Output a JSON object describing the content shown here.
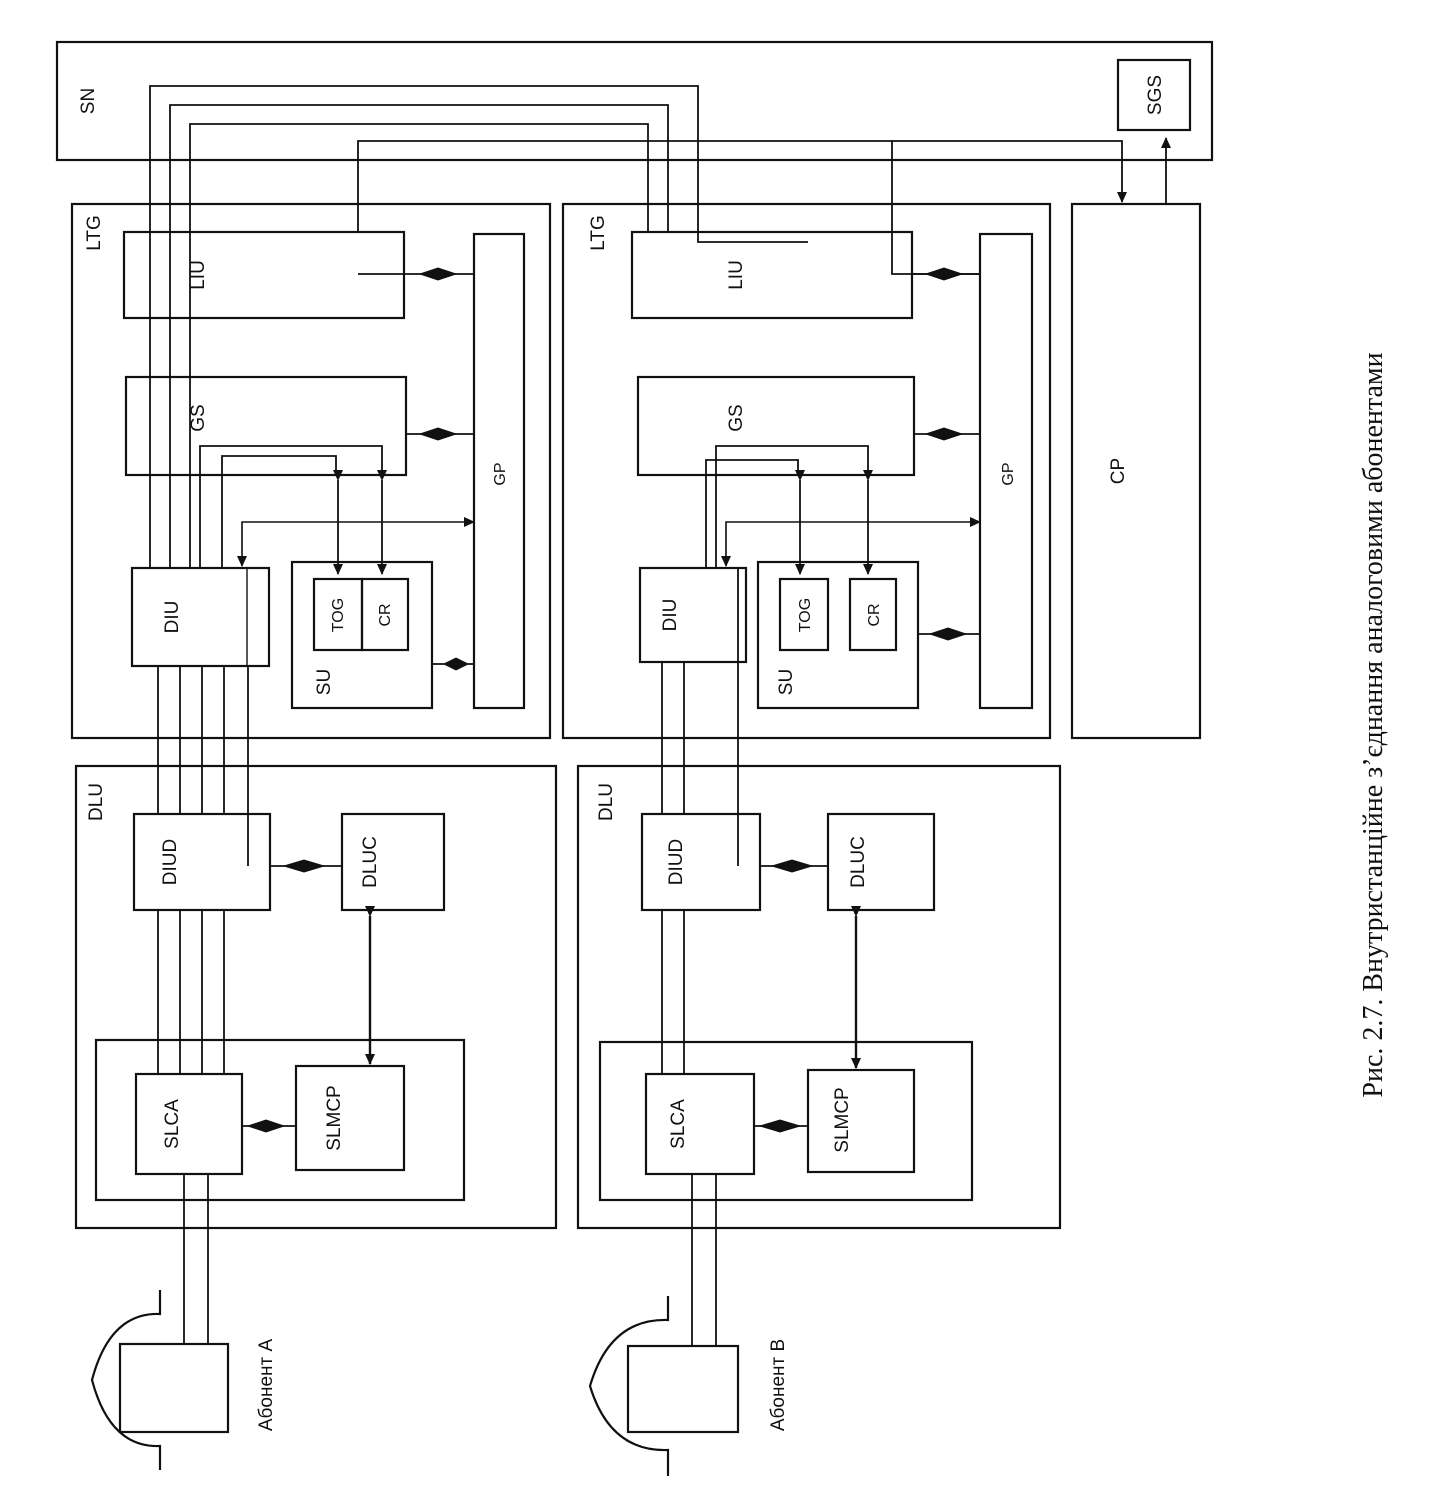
{
  "labels": {
    "sn": "SN",
    "sgs": "SGS",
    "cp": "CP",
    "ltg_1": "LTG",
    "ltg_2": "LTG",
    "liu_1": "LIU",
    "liu_2": "LIU",
    "gs_1": "GS",
    "gs_2": "GS",
    "gp_1": "GP",
    "gp_2": "GP",
    "diu_1": "DIU",
    "diu_2": "DIU",
    "su_1": "SU",
    "su_2": "SU",
    "tog_1": "TOG",
    "tog_2": "TOG",
    "cr_1": "CR",
    "cr_2": "CR",
    "dlu_1": "DLU",
    "dlu_2": "DLU",
    "diud_1": "DIUD",
    "diud_2": "DIUD",
    "dluc_1": "DLUC",
    "dluc_2": "DLUC",
    "slca_1": "SLCA",
    "slca_2": "SLCA",
    "slmcp_1": "SLMCP",
    "slmcp_2": "SLMCP",
    "subscriber_a": "Абонент А",
    "subscriber_b": "Абонент В"
  },
  "caption": "Рис. 2.7.  Внутристанційне з’єднання аналоговими абонентами"
}
